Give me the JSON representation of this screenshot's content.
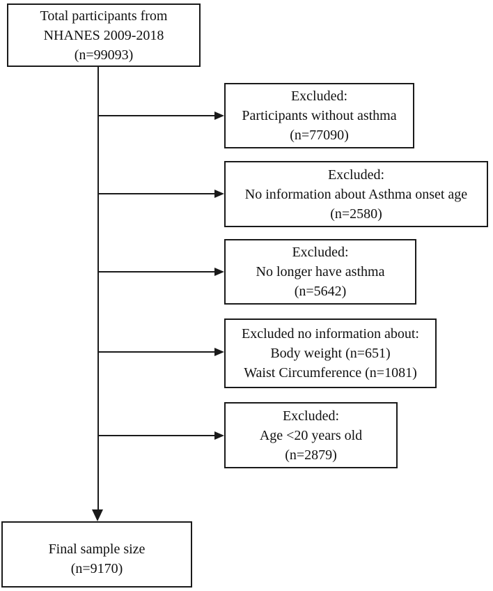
{
  "diagram": {
    "type": "flowchart",
    "colors": {
      "background": "#ffffff",
      "line": "#1a1a1a",
      "text": "#111111"
    },
    "top_box": {
      "lines": [
        "Total participants from",
        "NHANES 2009-2018",
        "(n=99093)"
      ]
    },
    "exclusion_boxes": [
      {
        "lines": [
          "Excluded:",
          "Participants without asthma",
          "(n=77090)"
        ]
      },
      {
        "lines": [
          "Excluded:",
          "No information about Asthma onset age",
          "(n=2580)"
        ]
      },
      {
        "lines": [
          "Excluded:",
          "No longer have asthma",
          "(n=5642)"
        ]
      },
      {
        "lines": [
          "Excluded no information about:",
          "Body weight (n=651)",
          "Waist Circumference (n=1081)"
        ]
      },
      {
        "lines": [
          "Excluded:",
          "Age <20 years old",
          "(n=2879)"
        ]
      }
    ],
    "final_box": {
      "lines": [
        "Final sample size",
        "(n=9170)"
      ]
    }
  }
}
